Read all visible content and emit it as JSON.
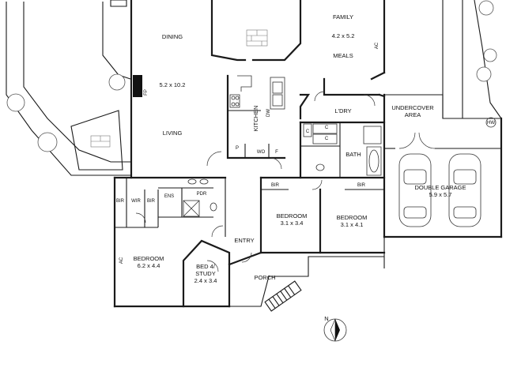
{
  "rooms": {
    "dining": "DINING",
    "living_dims": "5.2 x 10.2",
    "living": "LIVING",
    "family": "FAMILY",
    "family_dims": "4.2 x 5.2",
    "meals": "MEALS",
    "kitchen": "KITCHEN",
    "laundry": "L'DRY",
    "undercover": "UNDERCOVER",
    "undercover_area": "AREA",
    "garage": "DOUBLE GARAGE",
    "garage_dims": "5.9 x 5.7",
    "bath": "BATH",
    "bir_bath": "BIR",
    "bir_bed3": "BIR",
    "bir_master_left": "BIR",
    "wir": "WIR",
    "bir_master_right": "BIR",
    "ens": "ENS",
    "pdr": "PDR",
    "bedroom_center": "BEDROOM",
    "bedroom_center_dims": "3.1 x 3.4",
    "bedroom_right": "BEDROOM",
    "bedroom_right_dims": "3.1 x 4.1",
    "bedroom_master": "BEDROOM",
    "bedroom_master_dims": "6.2 x 4.4",
    "bed4": "BED 4/",
    "study": "STUDY",
    "study_dims": "2.4 x 3.4",
    "entry": "ENTRY",
    "porch": "PORCH"
  },
  "fixtures": {
    "pantry": "P",
    "wo": "WO",
    "fridge": "F",
    "dw": "DW",
    "fireplace": "FP",
    "ac_family": "AC",
    "ac_master": "AC",
    "hws": "HW",
    "c1": "C",
    "c2": "C",
    "c3": "C"
  },
  "compass": {
    "north": "N"
  }
}
